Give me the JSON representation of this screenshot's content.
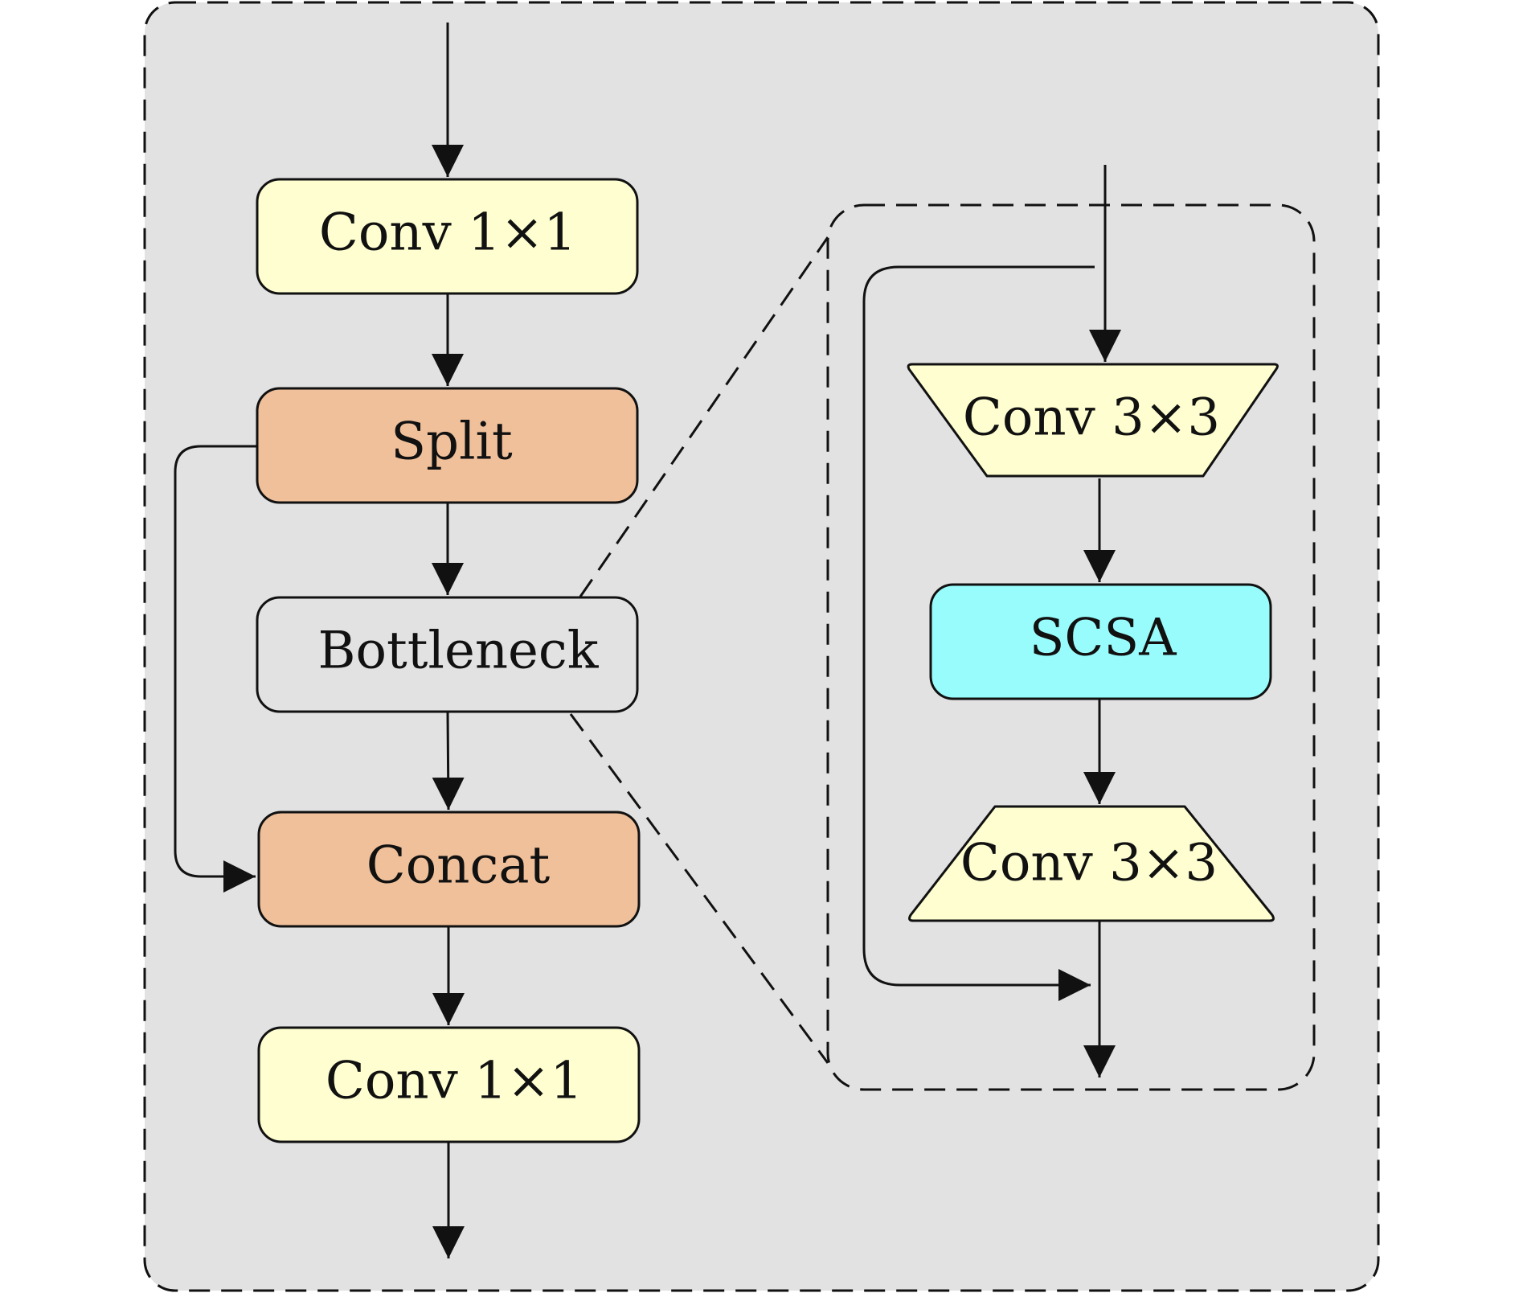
{
  "colors": {
    "background": "#e2e2e2",
    "conv_fill": "#fefed0",
    "split_concat_fill": "#f0c09a",
    "bottleneck_fill": "#e2e2e2",
    "scsa_fill": "#99fcfc",
    "stroke": "#111111"
  },
  "main_flow": {
    "conv_top": "Conv 1×1",
    "split": "Split",
    "bottleneck": "Bottleneck",
    "concat": "Concat",
    "conv_bottom": "Conv 1×1"
  },
  "bottleneck_detail": {
    "conv_top": "Conv 3×3",
    "scsa": "SCSA",
    "conv_bottom": "Conv 3×3"
  }
}
